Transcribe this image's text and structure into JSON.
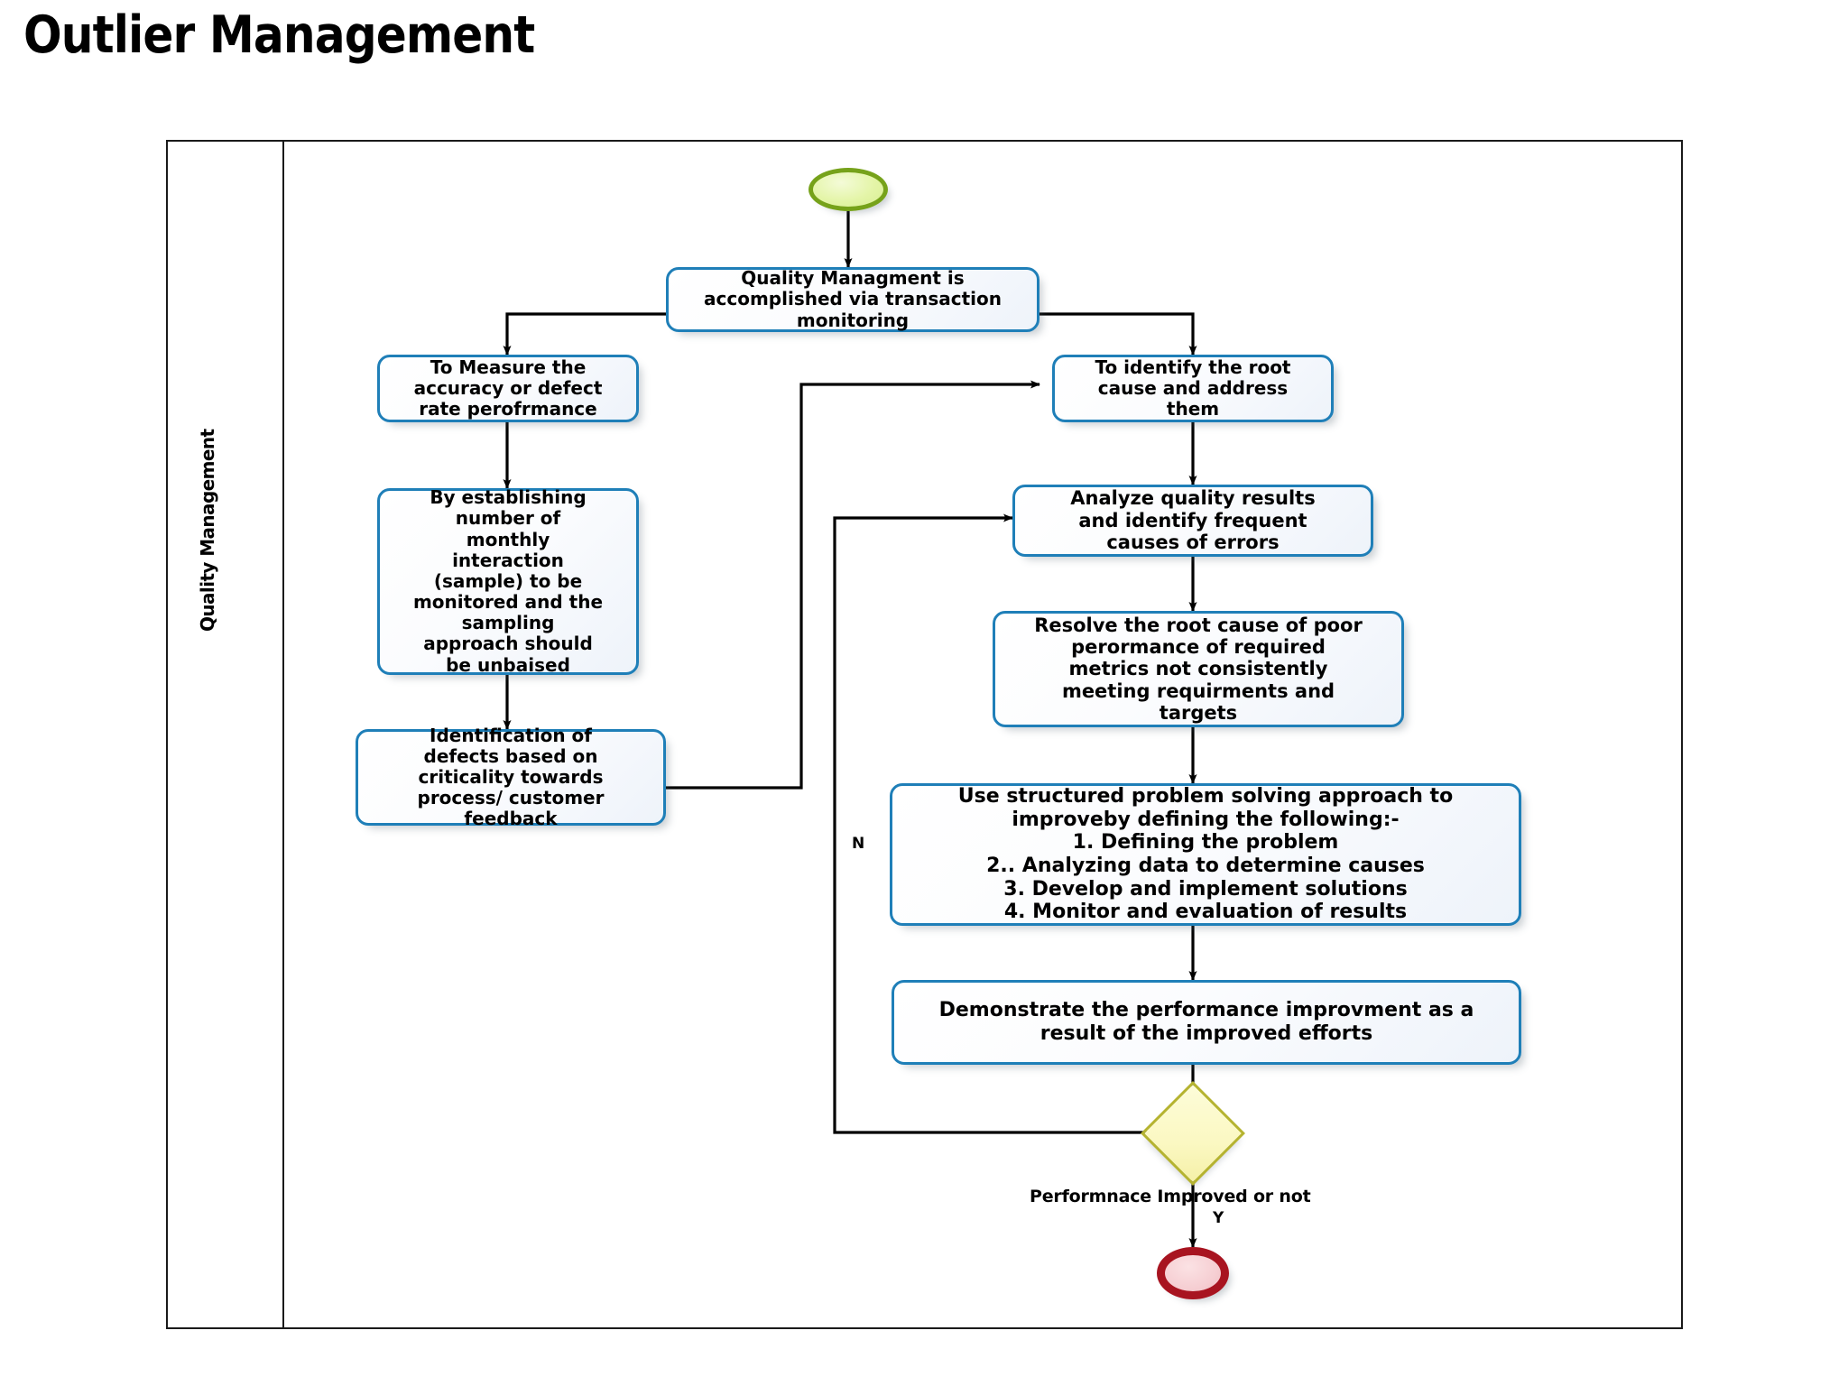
{
  "page": {
    "title": "Outlier Management",
    "background_color": "#ffffff"
  },
  "swimlane": {
    "label": "Quality Management",
    "border_color": "#1a1a1a"
  },
  "palette": {
    "node_border": "#1F7FB8",
    "node_fill": "#f3f7fc",
    "start_border": "#76A21A",
    "start_fill": "#e4f5a8",
    "end_border": "#A81420",
    "end_fill": "#f6cfd3",
    "decision_border": "#B5B330",
    "decision_fill": "#fbf8c2",
    "connector": "#000000",
    "text": "#000000"
  },
  "nodes": {
    "start": {
      "name": "start",
      "type": "start-event",
      "label": ""
    },
    "quality_management": {
      "type": "process",
      "label": "Quality Managment is\naccomplished via transaction\nmonitoring",
      "font_size": 20
    },
    "measure_accuracy": {
      "type": "process",
      "label": "To Measure the\naccuracy or defect\nrate perofrmance",
      "font_size": 20
    },
    "establishing_sample": {
      "type": "process",
      "label": "By establishing\nnumber of\nmonthly\ninteraction\n(sample) to be\nmonitored and the\nsampling\napproach should\nbe unbaised",
      "font_size": 20
    },
    "identification_defects": {
      "type": "process",
      "label": "Identification of\ndefects based on\ncriticality towards\nprocess/ customer\nfeedback",
      "font_size": 20
    },
    "identify_root_cause": {
      "type": "process",
      "label": "To identify the root\ncause and address\nthem",
      "font_size": 20
    },
    "analyze_quality_results": {
      "type": "process",
      "label": "Analyze quality results\nand identify frequent\ncauses of errors",
      "font_size": 21
    },
    "resolve_root_cause": {
      "type": "process",
      "label": "Resolve the root cause of poor\nperormance of required\nmetrics  not consistently\nmeeting requirments and\ntargets",
      "font_size": 21
    },
    "structured_problem_solving": {
      "type": "process",
      "label": "Use structured problem solving approach to\nimproveby defining the following:-\n1. Defining the problem\n2.. Analyzing data to determine causes\n3. Develop and implement solutions\n4. Monitor and evaluation of results",
      "font_size": 22
    },
    "demonstrate_performance": {
      "type": "process",
      "label": "Demonstrate the performance  improvment as a\nresult of the improved efforts",
      "font_size": 22
    },
    "decision": {
      "type": "decision",
      "label": "Performnace Improved or not"
    },
    "end": {
      "type": "end-event",
      "label": ""
    }
  },
  "edge_labels": {
    "no_branch": "N",
    "yes_branch": "Y"
  }
}
